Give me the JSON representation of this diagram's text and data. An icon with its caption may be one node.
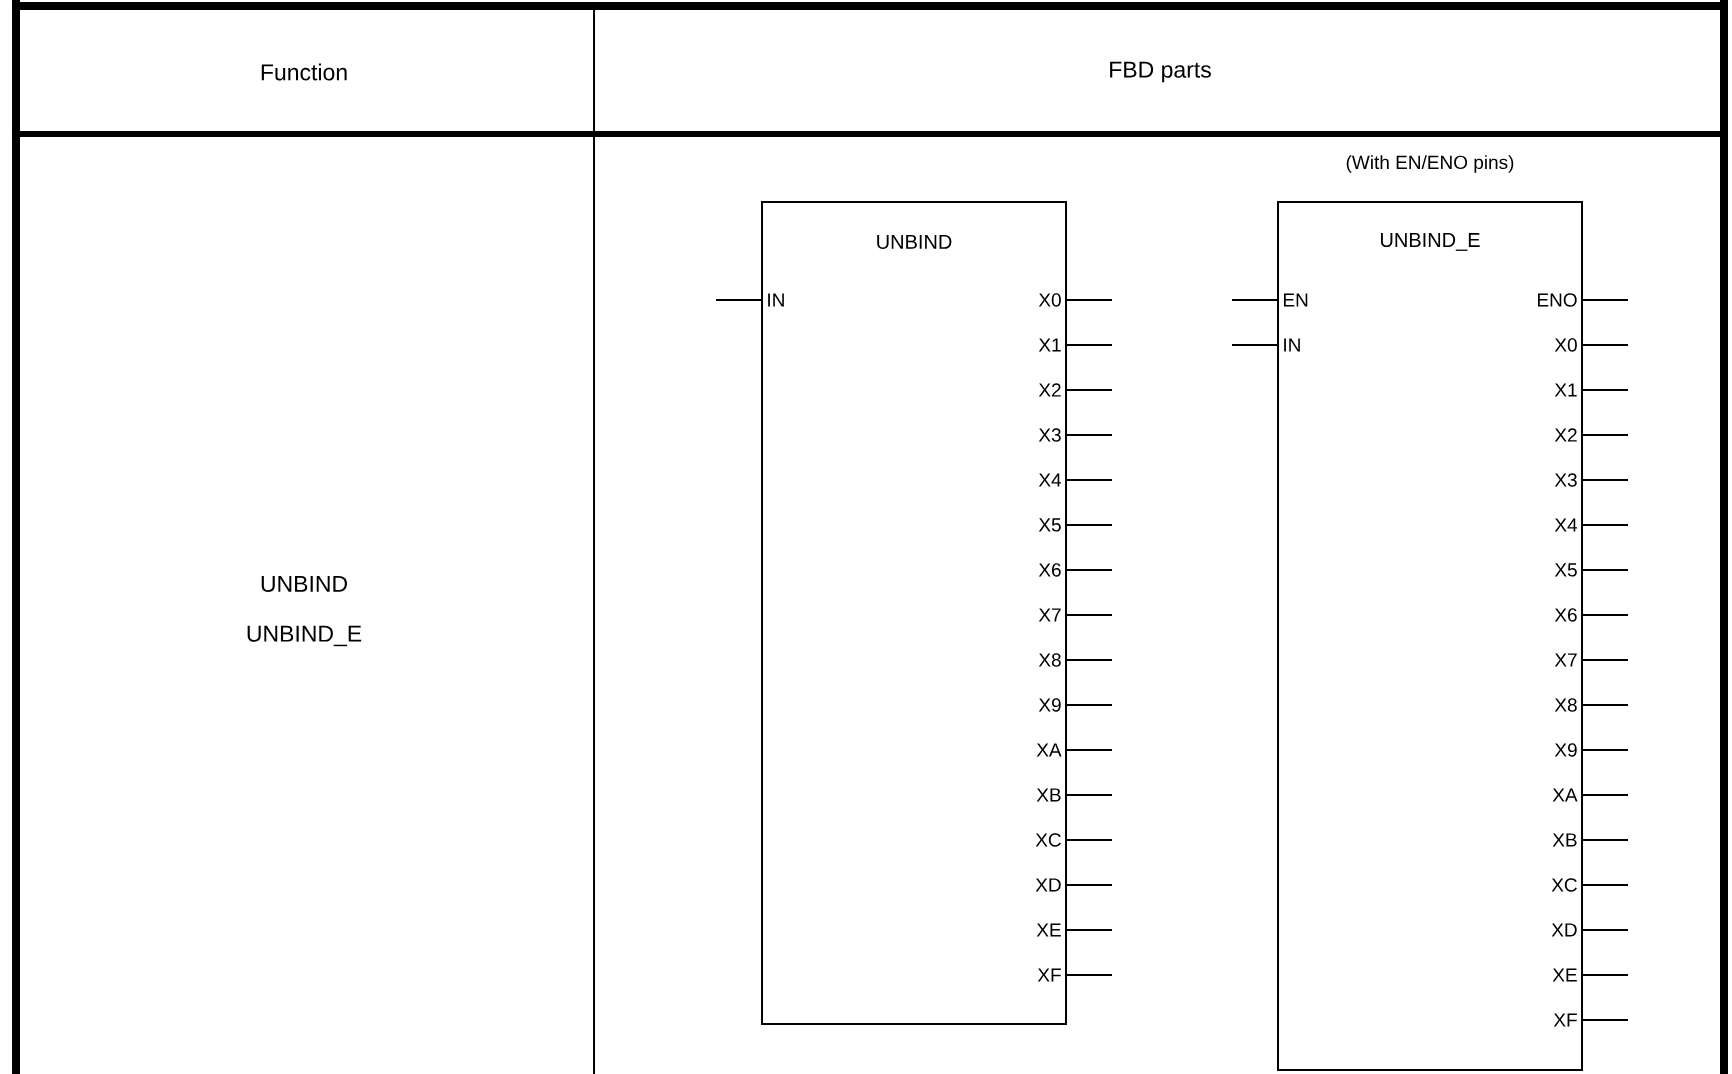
{
  "diagram": {
    "nodes": [
      {
        "text": [
          "UNBIND",
          "IN",
          "X0",
          "X1",
          "X2",
          "X3",
          "X4",
          "X5",
          "X6",
          "X7",
          "X8",
          "X9",
          "XA",
          "XB",
          "XC",
          "XD",
          "XE",
          "XF"
        ]
      },
      {
        "text": [
          "UNBIND_E",
          "EN",
          "IN",
          "ENO",
          "X0",
          "X1",
          "X2",
          "X3",
          "X4",
          "X5",
          "X6",
          "X7",
          "X8",
          "X9",
          "XA",
          "XB",
          "XC",
          "XD",
          "XE",
          "XF"
        ],
        "beside": [
          "(With EN/ENO pins)"
        ]
      }
    ],
    "labels": [
      "Function",
      "FBD parts",
      "UNBIND",
      "UNBIND_E"
    ]
  }
}
